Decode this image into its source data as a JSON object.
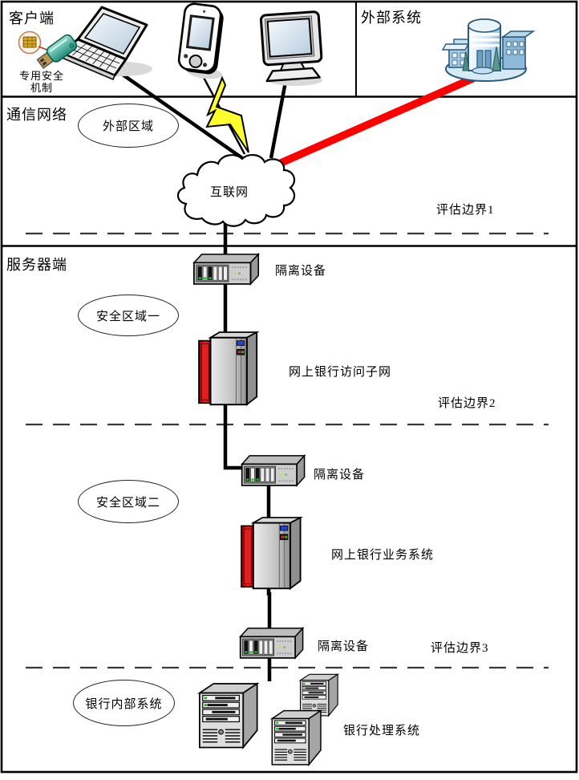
{
  "sections": {
    "client": {
      "label": "客户端"
    },
    "external_system": {
      "label": "外部系统"
    },
    "comm_network": {
      "label": "通信网络"
    },
    "server_side": {
      "label": "服务器端"
    }
  },
  "zones": {
    "external_area": {
      "label": "外部区域"
    },
    "security_zone_1": {
      "label": "安全区域一"
    },
    "security_zone_2": {
      "label": "安全区域二"
    },
    "bank_internal": {
      "label": "银行内部系统"
    }
  },
  "nodes": {
    "usb_key": {
      "caption_line1": "专用安全",
      "caption_line2": "机制"
    },
    "internet": {
      "label": "互联网"
    },
    "isolation_device_1": {
      "label": "隔离设备"
    },
    "isolation_device_2": {
      "label": "隔离设备"
    },
    "isolation_device_3": {
      "label": "隔离设备"
    },
    "access_subnet": {
      "label": "网上银行访问子网"
    },
    "business_system": {
      "label": "网上银行业务系统"
    },
    "bank_processing": {
      "label": "银行处理系统"
    }
  },
  "boundaries": {
    "boundary_1": {
      "label": "评估边界1"
    },
    "boundary_2": {
      "label": "评估边界2"
    },
    "boundary_3": {
      "label": "评估边界3"
    }
  },
  "colors": {
    "external_link_red": "#fe0000",
    "lightning_yellow": "#ffff2e",
    "line_black": "#000000"
  }
}
